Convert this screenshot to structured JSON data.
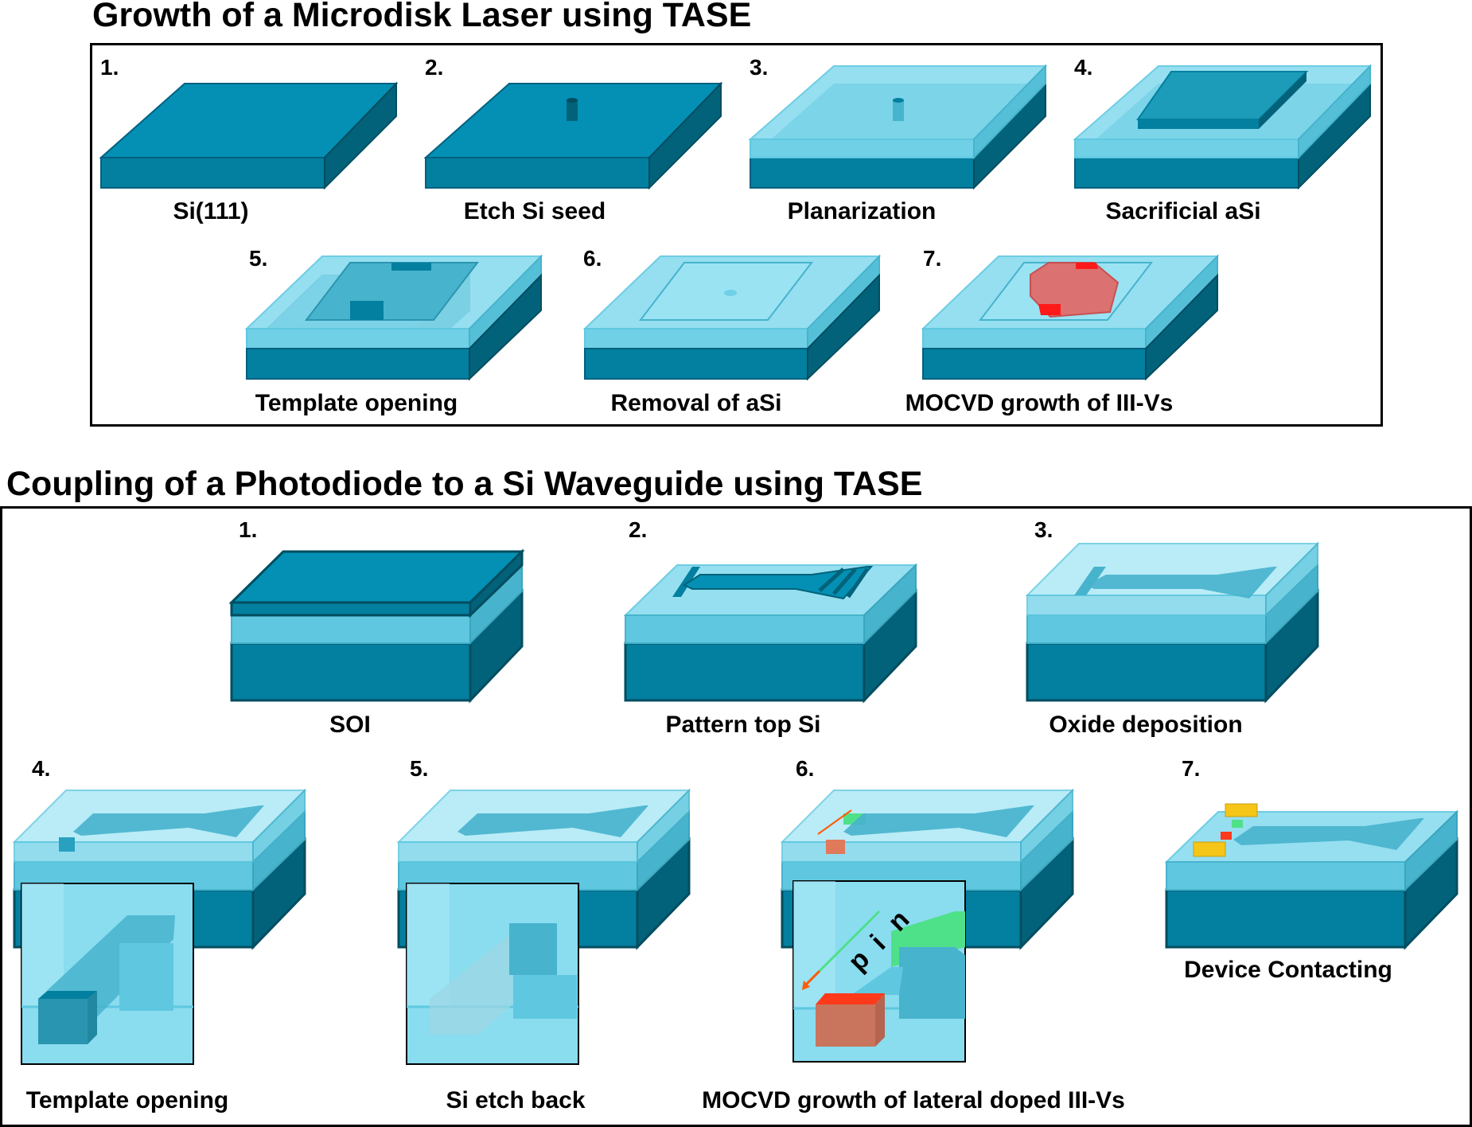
{
  "section1": {
    "title": "Growth of a Microdisk Laser using TASE",
    "steps": [
      {
        "num": "1.",
        "label": "Si(111)"
      },
      {
        "num": "2.",
        "label": "Etch Si seed"
      },
      {
        "num": "3.",
        "label": "Planarization"
      },
      {
        "num": "4.",
        "label": "Sacrificial aSi"
      },
      {
        "num": "5.",
        "label": "Template opening"
      },
      {
        "num": "6.",
        "label": "Removal of aSi"
      },
      {
        "num": "7.",
        "label": "MOCVD growth of III-Vs"
      }
    ]
  },
  "section2": {
    "title": "Coupling of a Photodiode to a Si Waveguide using TASE",
    "steps": [
      {
        "num": "1.",
        "label": "SOI"
      },
      {
        "num": "2.",
        "label": "Pattern top Si"
      },
      {
        "num": "3.",
        "label": "Oxide deposition"
      },
      {
        "num": "4.",
        "label": "Template opening"
      },
      {
        "num": "5.",
        "label": "Si etch back"
      },
      {
        "num": "6.",
        "label": "MOCVD growth of lateral doped III-Vs"
      },
      {
        "num": "7.",
        "label": "Device Contacting"
      }
    ],
    "pin": {
      "p": "p",
      "i": "i",
      "n": "n"
    }
  },
  "colors": {
    "si_top": "#0390b4",
    "si_front": "#037f9f",
    "si_side": "#02627a",
    "oxide_top": "#8adcef",
    "oxide_front": "#5fc8e0",
    "oxide_side": "#47b3cc",
    "iii_v": "#e06b6b",
    "iii_v_edge": "#ff1a1a",
    "contact": "#f5c518",
    "n_doped": "#4fe08a",
    "frame": "#000000"
  },
  "icons": [
    "arrow-icon"
  ]
}
